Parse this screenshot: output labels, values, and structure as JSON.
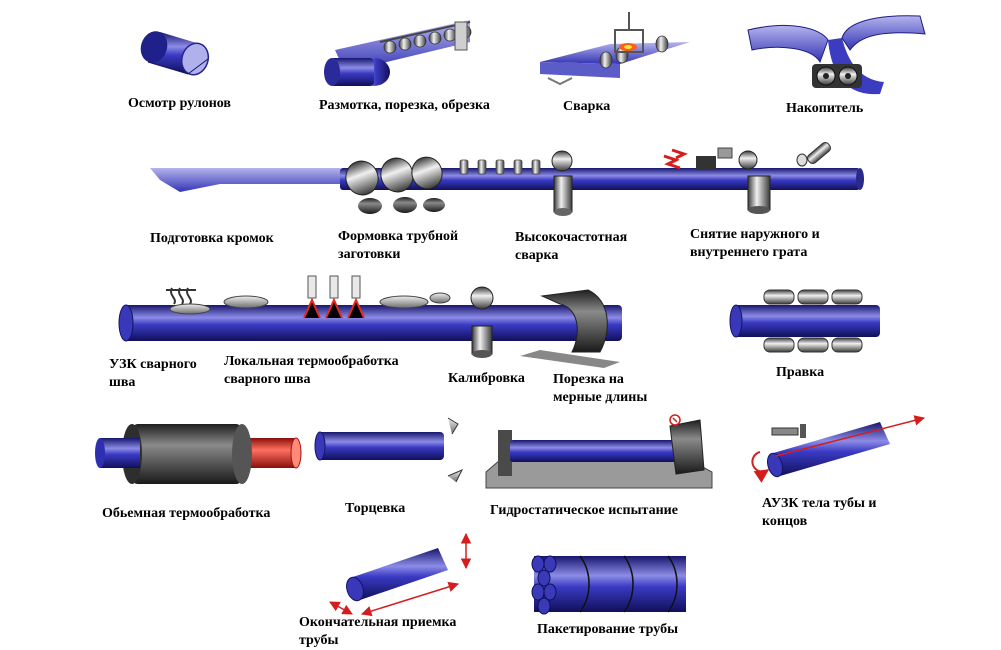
{
  "steps": [
    {
      "id": "coil-inspection",
      "lines": [
        "Осмотр рулонов"
      ]
    },
    {
      "id": "uncoiling",
      "lines": [
        "Размотка, порезка, обрезка"
      ]
    },
    {
      "id": "welding",
      "lines": [
        "Сварка"
      ]
    },
    {
      "id": "accumulator",
      "lines": [
        "Накопитель"
      ]
    },
    {
      "id": "edge-preparation",
      "lines": [
        "Подготовка кромок"
      ]
    },
    {
      "id": "forming",
      "lines": [
        "Формовка трубной",
        "заготовки"
      ]
    },
    {
      "id": "hf-welding",
      "lines": [
        "Высокочастотная",
        "сварка"
      ]
    },
    {
      "id": "burr-removal",
      "lines": [
        "Снятие наружного и",
        "внутреннего грата"
      ]
    },
    {
      "id": "seam-ut",
      "lines": [
        "УЗК сварного",
        "шва"
      ]
    },
    {
      "id": "local-heat-treatment",
      "lines": [
        "Локальная термообработка",
        "сварного шва"
      ]
    },
    {
      "id": "sizing",
      "lines": [
        "Калибровка"
      ]
    },
    {
      "id": "cut-to-length",
      "lines": [
        "Порезка на",
        "мерные длины"
      ]
    },
    {
      "id": "straightening",
      "lines": [
        "Правка"
      ]
    },
    {
      "id": "full-heat-treatment",
      "lines": [
        "Обьемная термообработка"
      ]
    },
    {
      "id": "facing",
      "lines": [
        "Торцевка"
      ]
    },
    {
      "id": "hydrostatic-test",
      "lines": [
        "Гидростатическое испытание"
      ]
    },
    {
      "id": "body-end-ut",
      "lines": [
        "АУЗК тела тубы и",
        "концов"
      ]
    },
    {
      "id": "final-acceptance",
      "lines": [
        "Окончательная приемка",
        "трубы"
      ]
    },
    {
      "id": "bundling",
      "lines": [
        "Пакетирование трубы"
      ]
    }
  ],
  "colors": {
    "pipe_dark": "#1a1a80",
    "pipe_mid": "#3a3ac0",
    "pipe_light": "#9a9ae8",
    "metal_dark": "#2a2a2a",
    "metal_light": "#d8d8d8",
    "heat": "#e8281e",
    "arrow": "#d41e1e"
  }
}
